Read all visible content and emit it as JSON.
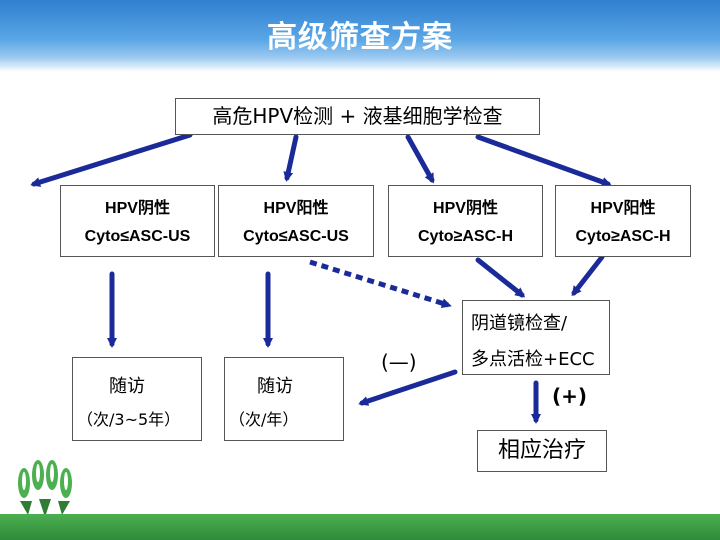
{
  "title": "高级筛查方案",
  "top_box": "高危HPV检测 + 液基细胞学检查",
  "conditions": [
    {
      "line1": "HPV阴性",
      "line2": "Cyto≤ASC-US"
    },
    {
      "line1": "HPV阳性",
      "line2": "Cyto≤ASC-US"
    },
    {
      "line1": "HPV阴性",
      "line2": "Cyto≥ASC-H"
    },
    {
      "line1": "HPV阳性",
      "line2": "Cyto≥ASC-H"
    }
  ],
  "followup_1": {
    "line1": "随访",
    "line2": "（次/3~5年）"
  },
  "followup_2": {
    "line1": "随访",
    "line2": "（次/年）"
  },
  "colposcopy": {
    "line1": "阴道镜检查/",
    "line2": "多点活检+ECC"
  },
  "negative_label": "(—)",
  "positive_label": "(+)",
  "treatment": "相应治疗",
  "colors": {
    "arrow": "#1a2b99",
    "title_band": "#3b8fdc",
    "bottom_bar": "#3a9a44",
    "logo_green": "#4caf50"
  }
}
